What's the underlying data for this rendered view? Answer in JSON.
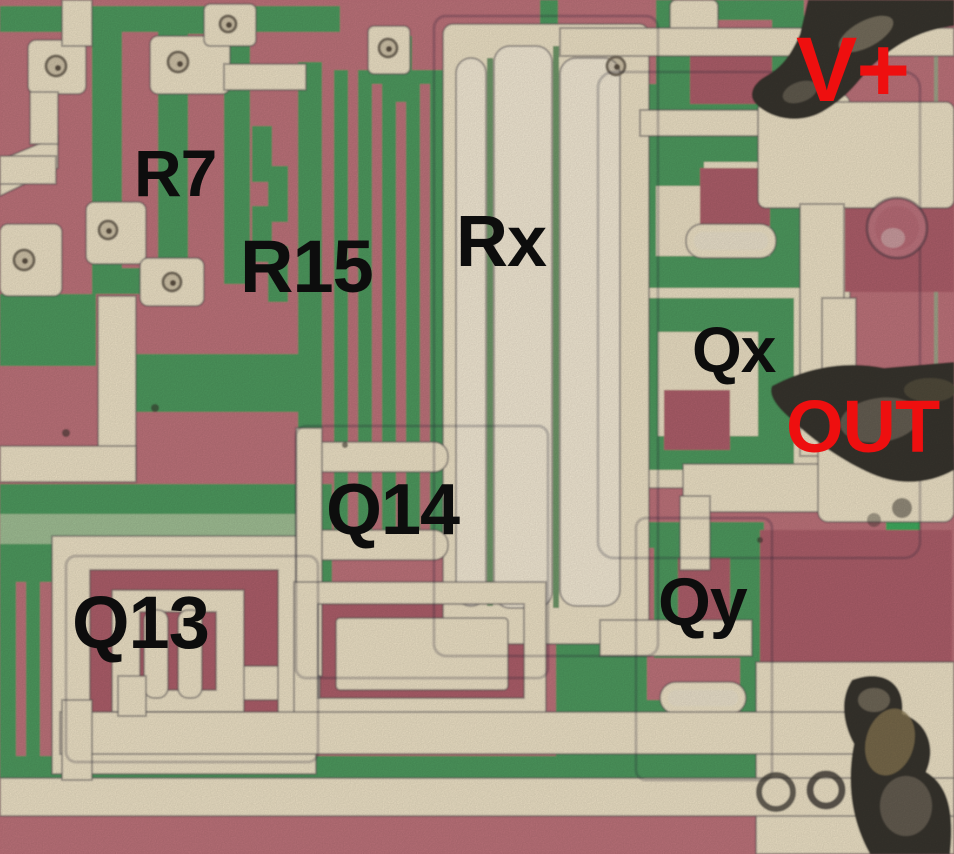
{
  "image": {
    "alt": "Microscope photograph of an integrated-circuit silicon die with annotated components"
  },
  "annotations": {
    "component_labels": [
      {
        "id": "r7",
        "text": "R7",
        "kind": "resistor"
      },
      {
        "id": "r15",
        "text": "R15",
        "kind": "resistor"
      },
      {
        "id": "rx",
        "text": "Rx",
        "kind": "resistor"
      },
      {
        "id": "qx",
        "text": "Qx",
        "kind": "transistor"
      },
      {
        "id": "q14",
        "text": "Q14",
        "kind": "transistor"
      },
      {
        "id": "q13",
        "text": "Q13",
        "kind": "transistor"
      },
      {
        "id": "qy",
        "text": "Qy",
        "kind": "transistor"
      }
    ],
    "signal_labels": [
      {
        "id": "v-plus",
        "text": "V+",
        "color": "#ee0f0f"
      },
      {
        "id": "out",
        "text": "OUT",
        "color": "#ee0f0f"
      }
    ]
  },
  "palette": {
    "substrate_pink": "#c1747d",
    "deep_well_red": "#b0606c",
    "diffusion_green": "#4f9c60",
    "bright_green_stripe": "#3fae5e",
    "metal_cream": "#f2e6ca",
    "annotation_black": "#0d0d0d",
    "annotation_red": "#ee0f0f",
    "probe_residue": "#38342d"
  }
}
